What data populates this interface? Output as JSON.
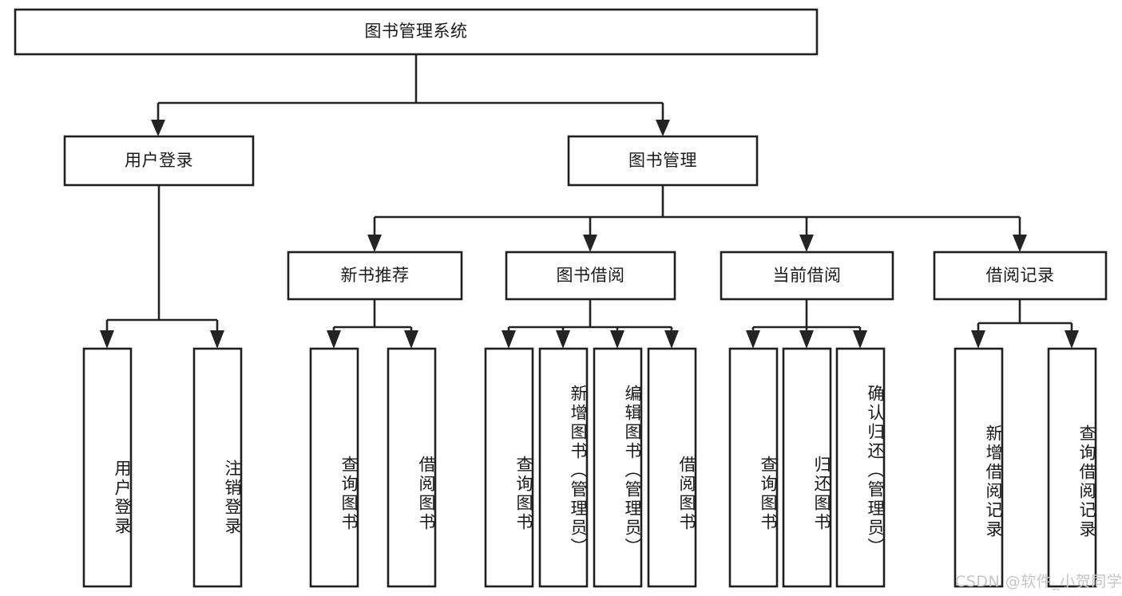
{
  "diagram": {
    "title": "图书管理系统",
    "type": "tree-hierarchy-diagram",
    "colors": {
      "box_stroke": "#1f1f1f",
      "box_fill": "#ffffff",
      "edge": "#232323",
      "text": "#1a1a1a",
      "background": "#ffffff",
      "watermark": "#c6c6c6"
    },
    "nodes": {
      "root": {
        "label": "图书管理系统"
      },
      "level2": [
        {
          "id": "user-login",
          "label": "用户登录"
        },
        {
          "id": "book-management",
          "label": "图书管理"
        }
      ],
      "level3": [
        {
          "id": "new-book-recommend",
          "label": "新书推荐"
        },
        {
          "id": "book-borrow",
          "label": "图书借阅"
        },
        {
          "id": "current-borrow",
          "label": "当前借阅"
        },
        {
          "id": "borrow-record",
          "label": "借阅记录"
        }
      ],
      "leaves": [
        {
          "id": "leaf-user-login",
          "label": "用户登录",
          "parent": "user-login"
        },
        {
          "id": "leaf-logout",
          "label": "注销登录",
          "parent": "user-login"
        },
        {
          "id": "leaf-query-book-1",
          "label": "查询图书",
          "parent": "new-book-recommend"
        },
        {
          "id": "leaf-borrow-book-1",
          "label": "借阅图书",
          "parent": "new-book-recommend"
        },
        {
          "id": "leaf-query-book-2",
          "label": "查询图书",
          "parent": "book-borrow"
        },
        {
          "id": "leaf-add-book",
          "label": "新增图书（管理员）",
          "parent": "book-borrow"
        },
        {
          "id": "leaf-edit-book",
          "label": "编辑图书（管理员）",
          "parent": "book-borrow"
        },
        {
          "id": "leaf-borrow-book-2",
          "label": "借阅图书",
          "parent": "book-borrow"
        },
        {
          "id": "leaf-query-book-3",
          "label": "查询图书",
          "parent": "current-borrow"
        },
        {
          "id": "leaf-return-book",
          "label": "归还图书",
          "parent": "current-borrow"
        },
        {
          "id": "leaf-confirm-return",
          "label": "确认归还（管理员）",
          "parent": "current-borrow"
        },
        {
          "id": "leaf-add-record",
          "label": "新增借阅记录",
          "parent": "borrow-record"
        },
        {
          "id": "leaf-query-record",
          "label": "查询借阅记录",
          "parent": "borrow-record"
        }
      ]
    },
    "watermark": "CSDN @软件_小贺同学"
  }
}
